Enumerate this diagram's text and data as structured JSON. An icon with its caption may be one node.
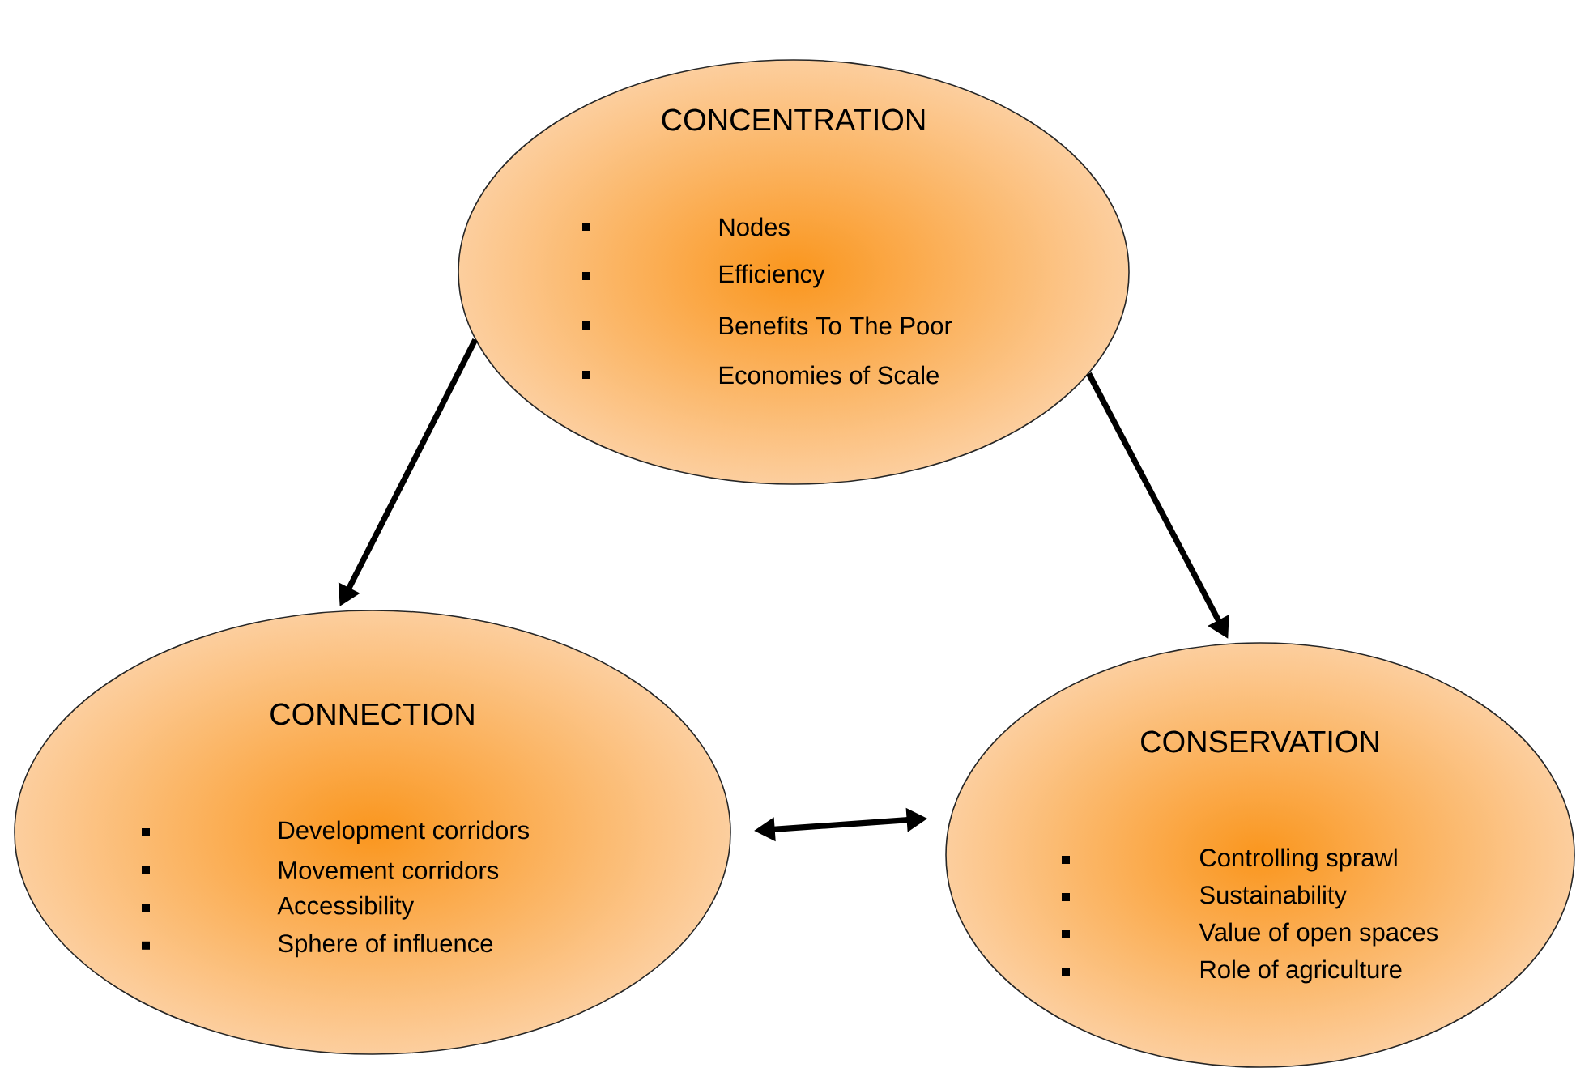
{
  "diagram": {
    "nodes": [
      {
        "text": [
          "CONCENTRATION",
          "Nodes",
          "Efficiency",
          "Benefits To The Poor",
          "Economies of Scale"
        ]
      },
      {
        "text": [
          "CONNECTION",
          "Development corridors",
          "Movement corridors",
          "Accessibility",
          "Sphere of influence"
        ]
      },
      {
        "text": [
          "CONSERVATION",
          "Controlling sprawl",
          "Sustainability",
          "Value of open spaces",
          "Role of agriculture"
        ]
      }
    ],
    "edges": [
      {
        "from": 0,
        "to": 1,
        "arrow": "to"
      },
      {
        "from": 0,
        "to": 2,
        "arrow": "to"
      },
      {
        "from": 1,
        "to": 2,
        "arrow": "both"
      }
    ]
  }
}
